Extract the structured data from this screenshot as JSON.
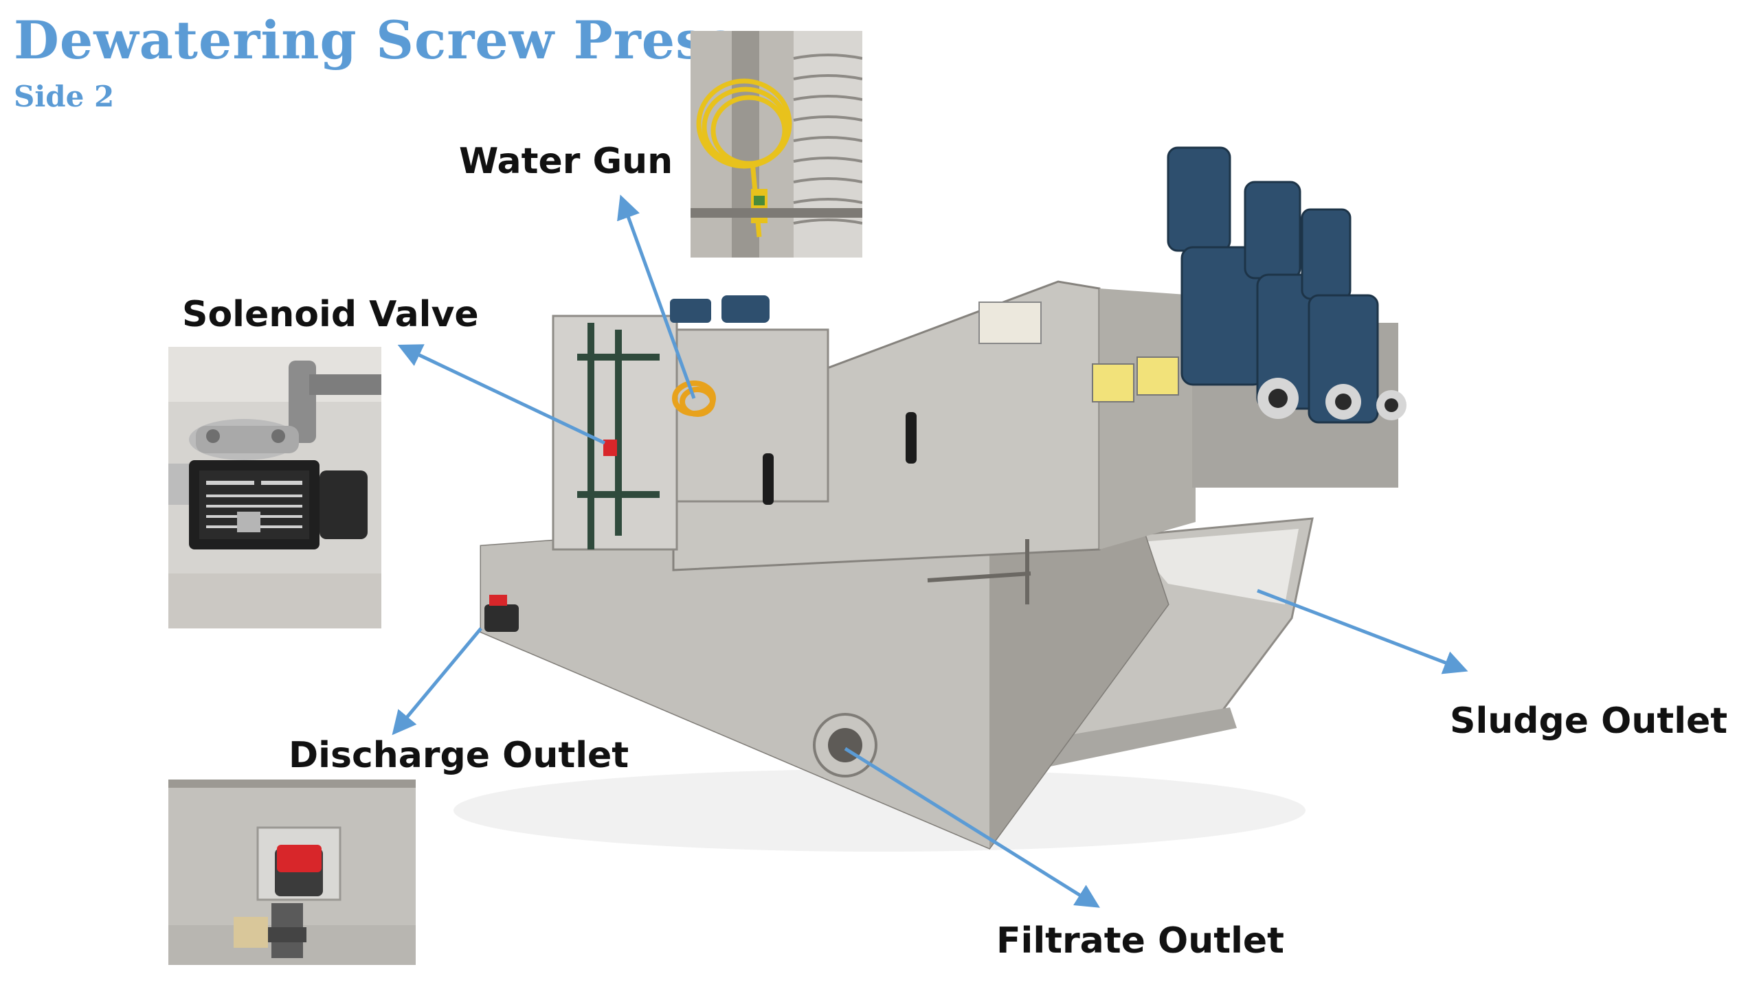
{
  "header": {
    "title": "Dewatering Screw Press",
    "subtitle": "Side 2"
  },
  "labels": {
    "water_gun": "Water Gun",
    "solenoid_valve": "Solenoid Valve",
    "discharge_outlet": "Discharge Outlet",
    "sludge_outlet": "Sludge Outlet",
    "filtrate_outlet": "Filtrate Outlet"
  },
  "colors": {
    "title": "#5b9bd5",
    "arrow": "#5b9bd5",
    "steel": "#b9b6b0",
    "motor": "#2e4f6e",
    "valve_red": "#d8262a",
    "hose_yellow": "#e8c21c"
  }
}
